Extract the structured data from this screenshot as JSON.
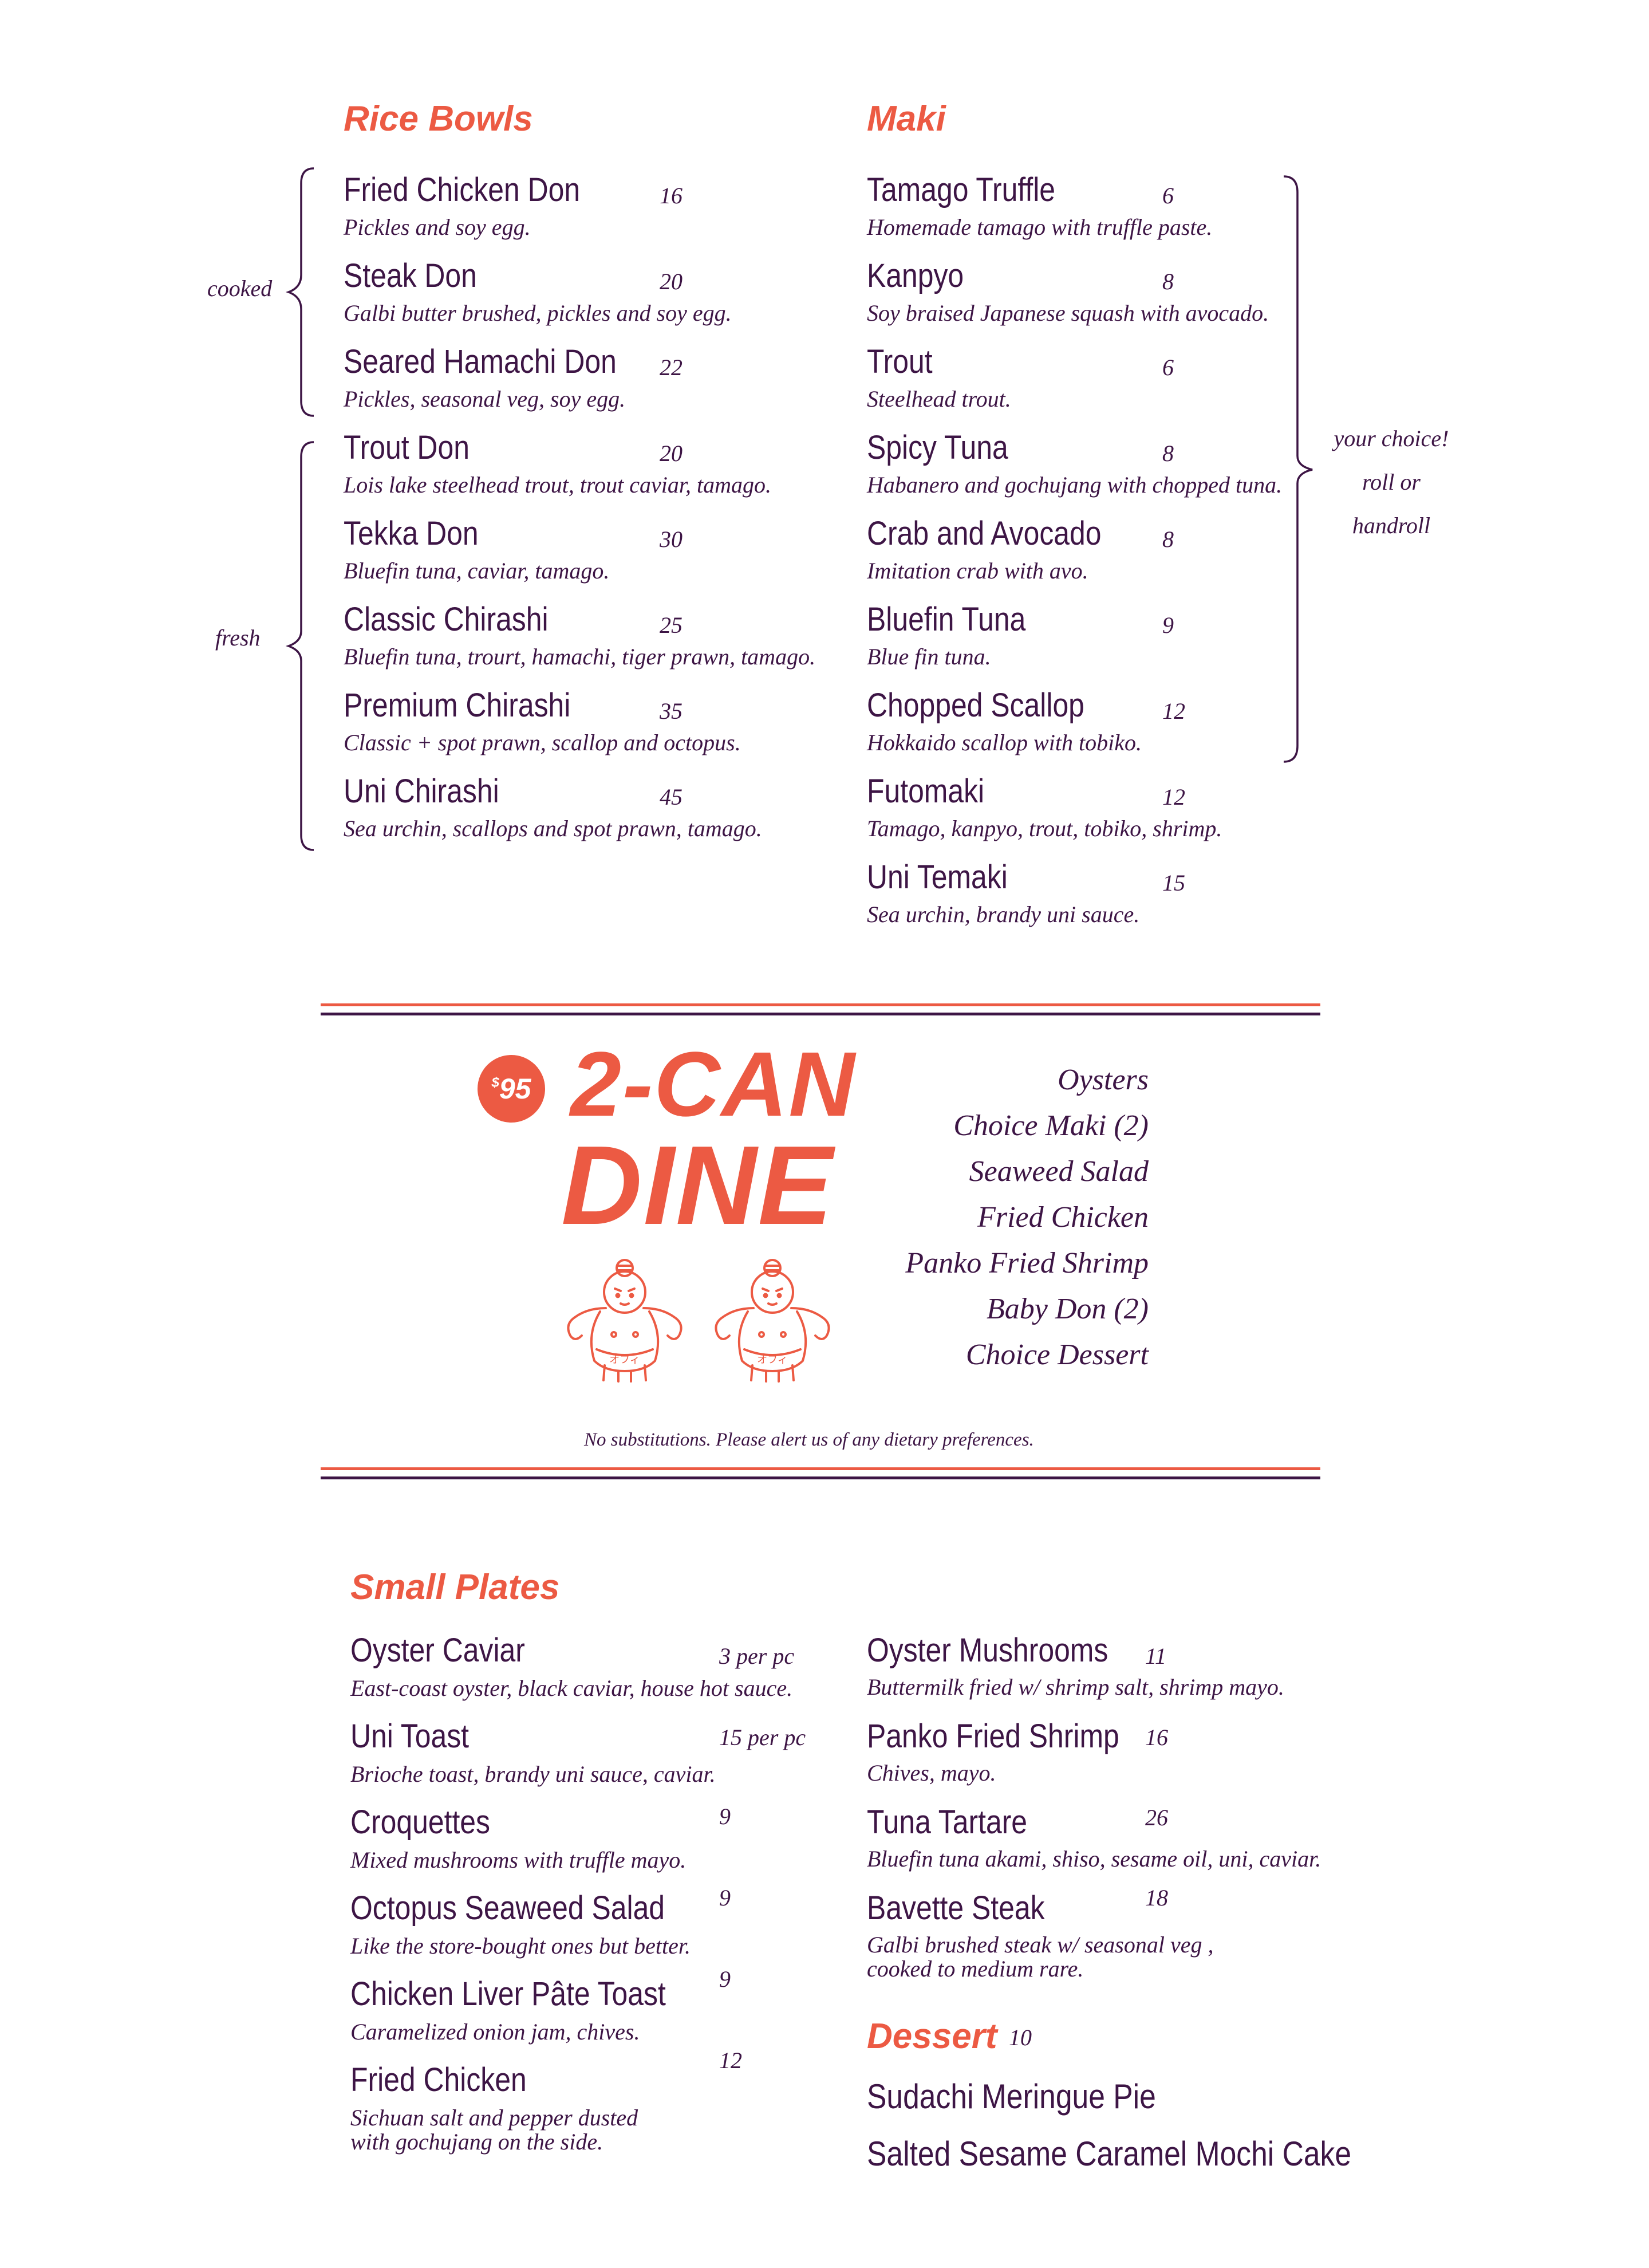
{
  "colors": {
    "accent": "#ec5a43",
    "ink": "#3d1545"
  },
  "rice_bowls": {
    "title": "Rice Bowls",
    "cooked_label": "cooked",
    "fresh_label": "fresh",
    "items": [
      {
        "name": "Fried Chicken Don",
        "price": "16",
        "desc": "Pickles and soy egg."
      },
      {
        "name": "Steak Don",
        "price": "20",
        "desc": "Galbi butter brushed, pickles and soy egg."
      },
      {
        "name": "Seared Hamachi Don",
        "price": "22",
        "desc": "Pickles, seasonal veg, soy egg."
      },
      {
        "name": "Trout Don",
        "price": "20",
        "desc": "Lois lake steelhead trout, trout caviar, tamago."
      },
      {
        "name": "Tekka Don",
        "price": "30",
        "desc": "Bluefin tuna, caviar, tamago."
      },
      {
        "name": "Classic Chirashi",
        "price": "25",
        "desc": "Bluefin tuna, trourt, hamachi, tiger prawn, tamago."
      },
      {
        "name": "Premium Chirashi",
        "price": "35",
        "desc": "Classic + spot prawn, scallop and octopus."
      },
      {
        "name": "Uni Chirashi",
        "price": "45",
        "desc": "Sea urchin, scallops and spot prawn, tamago."
      }
    ]
  },
  "maki": {
    "title": "Maki",
    "choice_note": [
      "your choice!",
      "roll or",
      "handroll"
    ],
    "items": [
      {
        "name": "Tamago Truffle",
        "price": "6",
        "desc": "Homemade tamago with truffle paste."
      },
      {
        "name": "Kanpyo",
        "price": "8",
        "desc": "Soy braised Japanese squash with avocado."
      },
      {
        "name": "Trout",
        "price": "6",
        "desc": "Steelhead trout."
      },
      {
        "name": "Spicy Tuna",
        "price": "8",
        "desc": "Habanero and gochujang with chopped tuna."
      },
      {
        "name": "Crab and Avocado",
        "price": "8",
        "desc": "Imitation crab with avo."
      },
      {
        "name": "Bluefin Tuna",
        "price": "9",
        "desc": "Blue fin tuna."
      },
      {
        "name": "Chopped Scallop",
        "price": "12",
        "desc": "Hokkaido scallop with tobiko."
      },
      {
        "name": "Futomaki",
        "price": "12",
        "desc": "Tamago, kanpyo, trout, tobiko, shrimp."
      },
      {
        "name": "Uni Temaki",
        "price": "15",
        "desc": "Sea urchin, brandy uni sauce."
      }
    ]
  },
  "two_can_dine": {
    "price_symbol": "$",
    "price_value": "95",
    "title_line1": "2-CAN",
    "title_line2": "DINE",
    "mascot_text": "オフィ",
    "courses": [
      "Oysters",
      "Choice Maki (2)",
      "Seaweed Salad",
      "Fried Chicken",
      "Panko Fried Shrimp",
      "Baby Don (2)",
      "Choice Dessert"
    ],
    "notice": "No substitutions. Please alert us of any dietary preferences."
  },
  "small_plates": {
    "title": "Small Plates",
    "left_items": [
      {
        "name": "Oyster Caviar",
        "price": "3 per pc",
        "desc": [
          "East-coast oyster, black caviar, house hot sauce."
        ]
      },
      {
        "name": "Uni Toast",
        "price": "15 per pc",
        "desc": [
          "Brioche toast, brandy uni sauce, caviar."
        ]
      },
      {
        "name": "Croquettes",
        "price": "9",
        "desc": [
          "Mixed mushrooms with truffle mayo."
        ]
      },
      {
        "name": "Octopus Seaweed Salad",
        "price": "9",
        "desc": [
          "Like the store-bought ones but better."
        ]
      },
      {
        "name": "Chicken Liver Pâte Toast",
        "price": "9",
        "desc": [
          "Caramelized onion jam, chives."
        ]
      },
      {
        "name": "Fried Chicken",
        "price": "12",
        "desc": [
          "Sichuan salt and pepper dusted",
          "with gochujang on the side."
        ]
      }
    ],
    "right_items": [
      {
        "name": "Oyster Mushrooms",
        "price": "11",
        "desc": [
          "Buttermilk fried w/ shrimp salt, shrimp mayo."
        ]
      },
      {
        "name": "Panko Fried Shrimp",
        "price": "16",
        "desc": [
          "Chives, mayo."
        ]
      },
      {
        "name": "Tuna Tartare",
        "price": "26",
        "desc": [
          "Bluefin tuna akami, shiso, sesame oil, uni, caviar."
        ]
      },
      {
        "name": "Bavette Steak",
        "price": "18",
        "desc": [
          "Galbi brushed steak w/ seasonal veg ,",
          "cooked to medium rare."
        ]
      }
    ]
  },
  "dessert": {
    "title": "Dessert",
    "price": "10",
    "items": [
      "Sudachi Meringue Pie",
      "Salted Sesame Caramel Mochi Cake"
    ]
  }
}
